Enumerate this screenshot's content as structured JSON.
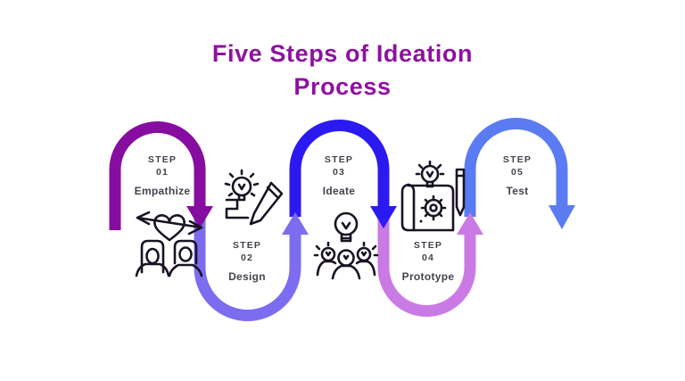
{
  "title": {
    "line1": "Five Steps of Ideation",
    "line2": "Process",
    "color": "#8f11a1"
  },
  "steps": [
    {
      "label": "STEP",
      "number": "01",
      "name": "Empathize",
      "icon": "couple-heart-arrow",
      "color": "#860d9f"
    },
    {
      "label": "STEP",
      "number": "02",
      "name": "Design",
      "icon": "lightbulb-pencil-sketch",
      "color": "#7c6cf0"
    },
    {
      "label": "STEP",
      "number": "03",
      "name": "Ideate",
      "icon": "team-lightbulb-brainstorm",
      "color": "#2b1af0"
    },
    {
      "label": "STEP",
      "number": "04",
      "name": "Prototype",
      "icon": "blueprint-gear-pencil",
      "color": "#ca7ae4"
    },
    {
      "label": "STEP",
      "number": "05",
      "name": "Test",
      "color": "#5b7bf2"
    }
  ],
  "colors": {
    "background": "#ffffff",
    "step_text": "#46424c",
    "icon_line": "#191323"
  }
}
